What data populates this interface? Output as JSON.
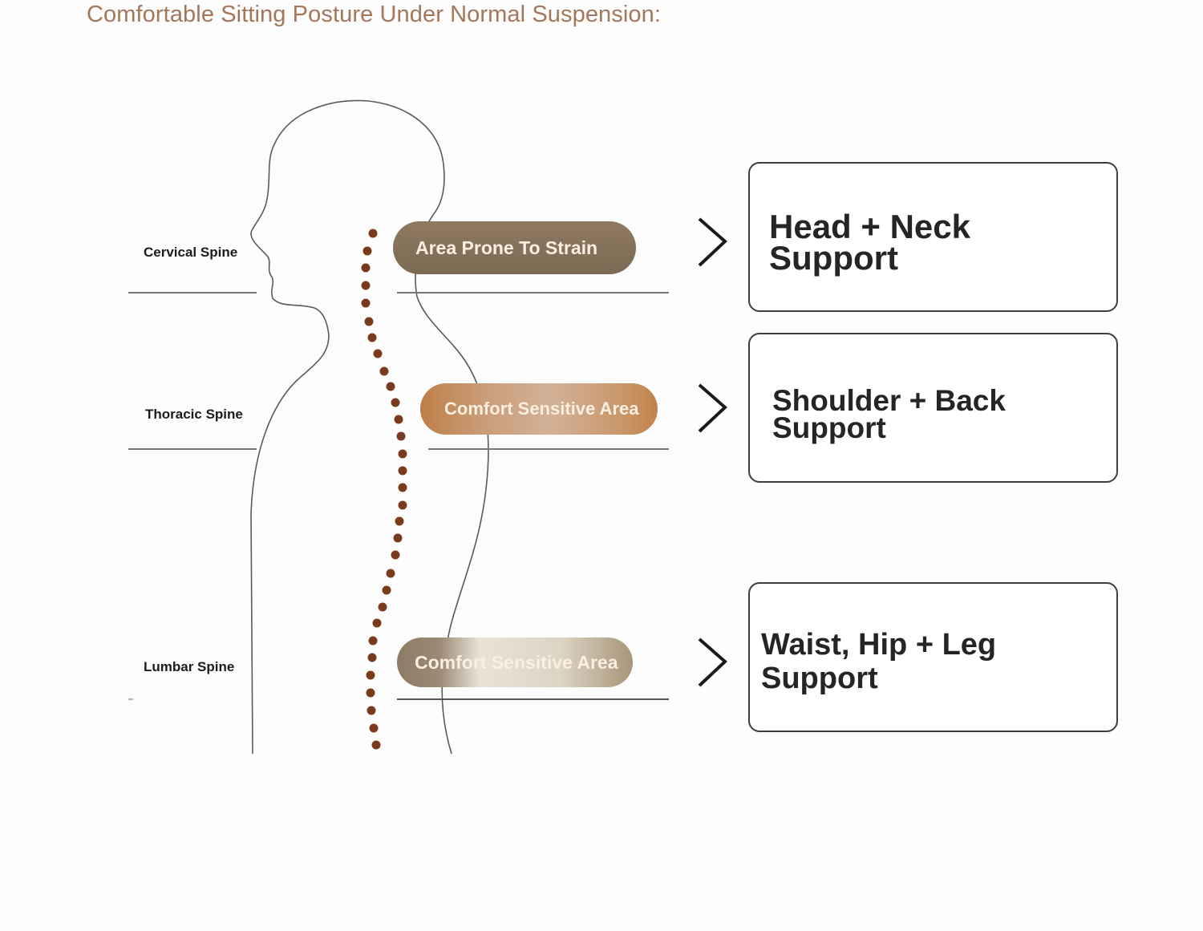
{
  "title": "Comfortable Sitting Posture Under Normal Suspension:",
  "spine_labels": {
    "cervical": "Cervical Spine",
    "thoracic": "Thoracic Spine",
    "lumbar": "Lumbar Spine"
  },
  "area_pills": {
    "cervical": "Area Prone To Strain",
    "thoracic": "Comfort Sensitive Area",
    "lumbar": "Comfort Sensitive Area"
  },
  "support_boxes": {
    "head": {
      "line1": "Head + Neck",
      "line2": "Support"
    },
    "shoulder": {
      "line1": "Shoulder + Back",
      "line2": "Support"
    },
    "waist": {
      "line1": "Waist, Hip + Leg",
      "line2": "Support"
    }
  },
  "icons": {
    "arrow": "chevron-right-icon",
    "vertebra": "dot"
  },
  "colors": {
    "title": "#a5775a",
    "vertebra": "#7a3a1c",
    "strain_pill": "#7f6c56",
    "thoracic_pill": "#c4885a",
    "lumbar_pill": "#8d7b66"
  }
}
